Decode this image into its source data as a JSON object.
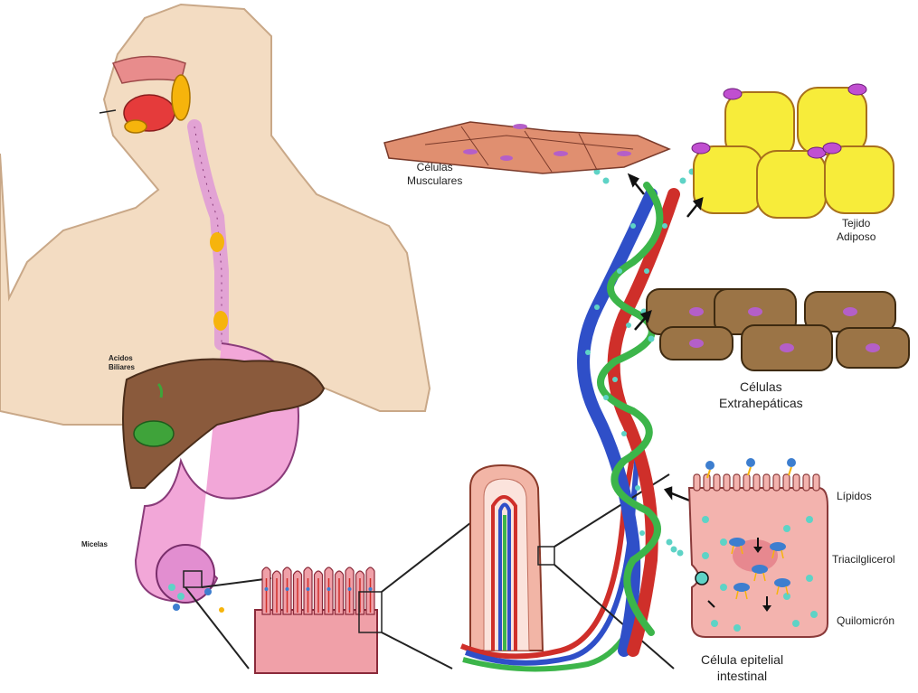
{
  "labels": {
    "muscle_line1": "Células",
    "muscle_line2": "Musculares",
    "adipose_line1": "Tejido",
    "adipose_line2": "Adiposo",
    "extra_line1": "Células",
    "extra_line2": "Extrahepáticas",
    "lipids": "Lípidos",
    "triacyl": "Triacilglicerol",
    "chylo": "Quilomicrón",
    "epith_line1": "Célula epitelial",
    "epith_line2": "intestinal",
    "bile_line1": "Acidos",
    "bile_line2": "Biliares",
    "micelles": "Micelas"
  },
  "colors": {
    "skin": "#f3dcc2",
    "skin_stroke": "#c9a888",
    "pink_tube": "#f2a7d8",
    "liver": "#8a5a3c",
    "gallbladder": "#3fa33a",
    "muscle": "#e08f70",
    "adipose": "#f7ec3a",
    "extra": "#9b7446",
    "vein": "#2f4fc8",
    "artery": "#cf2f2a",
    "lymph": "#3cb54a",
    "epithelium": "#f2b5a6",
    "chylomicron": "#5ed3c6"
  }
}
